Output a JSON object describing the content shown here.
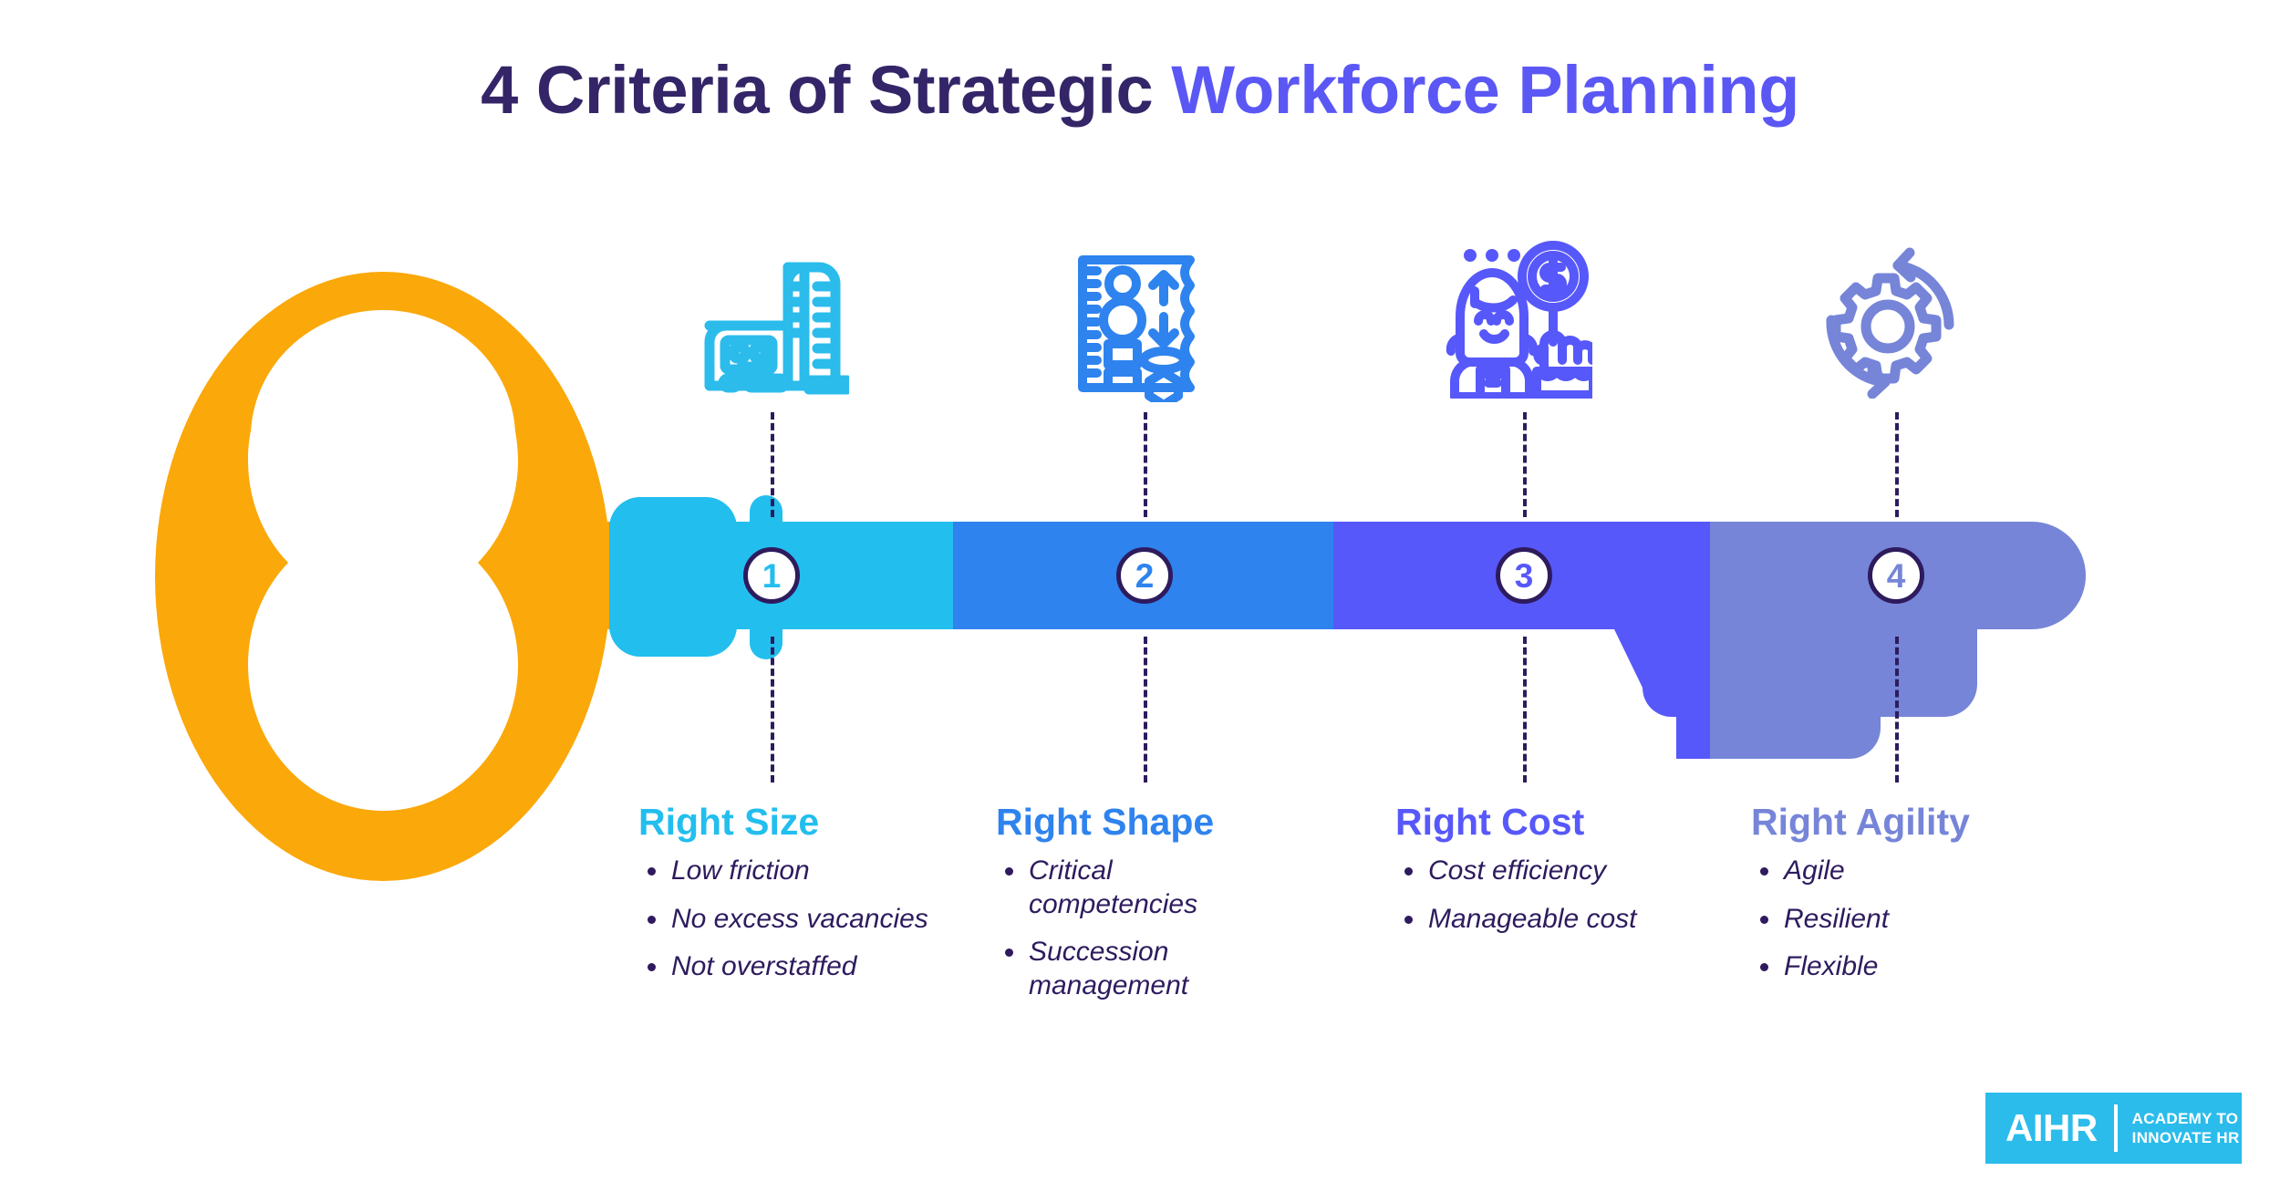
{
  "title": {
    "dark_part": "4 Criteria of Strategic ",
    "accent_part": "Workforce Planning"
  },
  "colors": {
    "title_dark": "#342568",
    "title_accent": "#5B57F5",
    "key_head_orange": "#FBA80A",
    "segment_1": "#22BEEE",
    "segment_2": "#2E83EE",
    "segment_3": "#5758FA",
    "segment_4": "#7685D8",
    "badge_outline": "#2E1B5E",
    "body_text": "#2E1B5E",
    "logo_background": "#2BBCEC"
  },
  "criteria": [
    {
      "number": "1",
      "heading": "Right Size",
      "color": "#22BEEE",
      "icon": "ruler-measure-icon",
      "bullets": [
        "Low friction",
        "No excess vacancies",
        "Not overstaffed"
      ]
    },
    {
      "number": "2",
      "heading": "Right Shape",
      "color": "#2E83EE",
      "icon": "shapes-chart-icon",
      "bullets": [
        "Critical competencies",
        "Succession management"
      ]
    },
    {
      "number": "3",
      "heading": "Right Cost",
      "color": "#5758FA",
      "icon": "person-coin-icon",
      "bullets": [
        "Cost efficiency",
        "Manageable cost"
      ]
    },
    {
      "number": "4",
      "heading": "Right Agility",
      "color": "#7685D8",
      "icon": "gear-refresh-icon",
      "bullets": [
        "Agile",
        "Resilient",
        "Flexible"
      ]
    }
  ],
  "logo": {
    "wordmark": "AIHR",
    "tagline_line1": "ACADEMY TO",
    "tagline_line2": "INNOVATE HR"
  }
}
